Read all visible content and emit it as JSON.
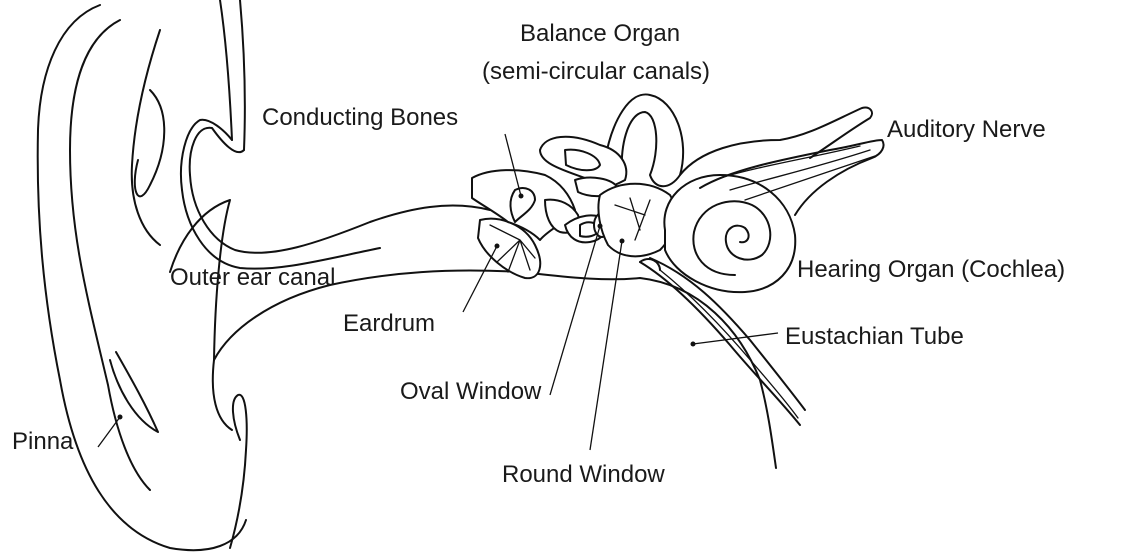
{
  "labels": {
    "balance_line1": "Balance Organ",
    "balance_line2": "(semi-circular canals)",
    "conducting_bones": "Conducting Bones",
    "auditory_nerve": "Auditory Nerve",
    "outer_ear_canal": "Outer ear canal",
    "hearing_organ": "Hearing Organ (Cochlea)",
    "eardrum": "Eardrum",
    "eustachian_tube": "Eustachian Tube",
    "oval_window": "Oval Window",
    "pinna": "Pinna",
    "round_window": "Round Window"
  },
  "colors": {
    "line": "#111111",
    "background": "#ffffff",
    "text": "#1a1a1a"
  }
}
